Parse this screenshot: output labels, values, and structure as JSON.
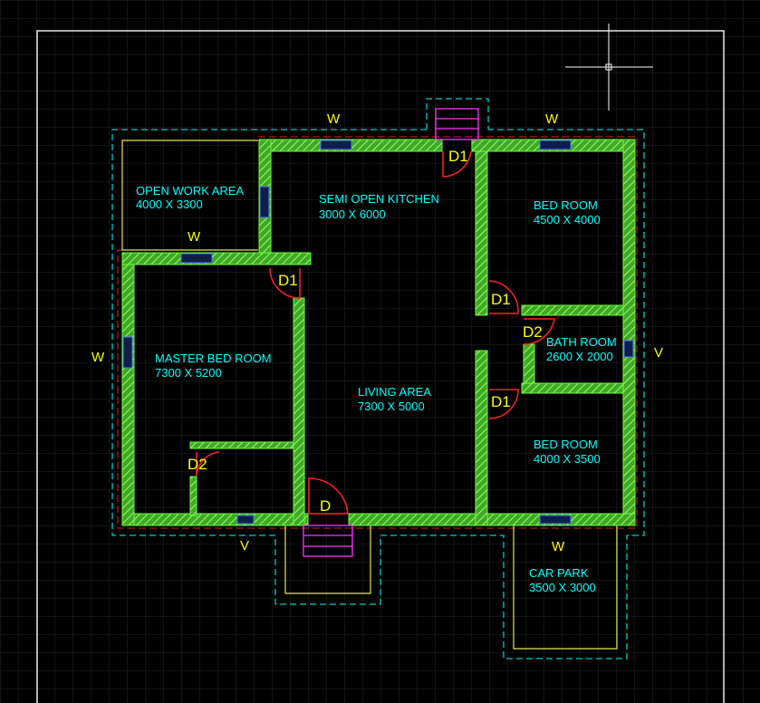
{
  "rooms": {
    "open_work": {
      "name": "OPEN WORK AREA",
      "size": "4000 X 3300"
    },
    "kitchen": {
      "name": "SEMI OPEN KITCHEN",
      "size": "3000 X 6000"
    },
    "bed1": {
      "name": "BED ROOM",
      "size": "4500 X 4000"
    },
    "master": {
      "name": "MASTER BED ROOM",
      "size": "7300 X 5200"
    },
    "living": {
      "name": "LIVING AREA",
      "size": "7300 X 5000"
    },
    "bath": {
      "name": "BATH ROOM",
      "size": "2600 X 2000"
    },
    "bed2": {
      "name": "BED ROOM",
      "size": "4000 X 3500"
    },
    "carpark": {
      "name": "CAR PARK",
      "size": "3500 X 3000"
    }
  },
  "markers": {
    "d1": "D1",
    "d2": "D2",
    "d": "D",
    "w": "W",
    "v": "V"
  },
  "colors": {
    "wall": "#55cc33",
    "wall_hatch": "#99ff55",
    "door": "#ff2222",
    "dimension_dash": "#00cccc",
    "room_text": "#00ffff",
    "marker_text": "#ffff00",
    "window": "#3366ff",
    "steps": "#ff33ff",
    "grid": "#1f2a2a"
  }
}
